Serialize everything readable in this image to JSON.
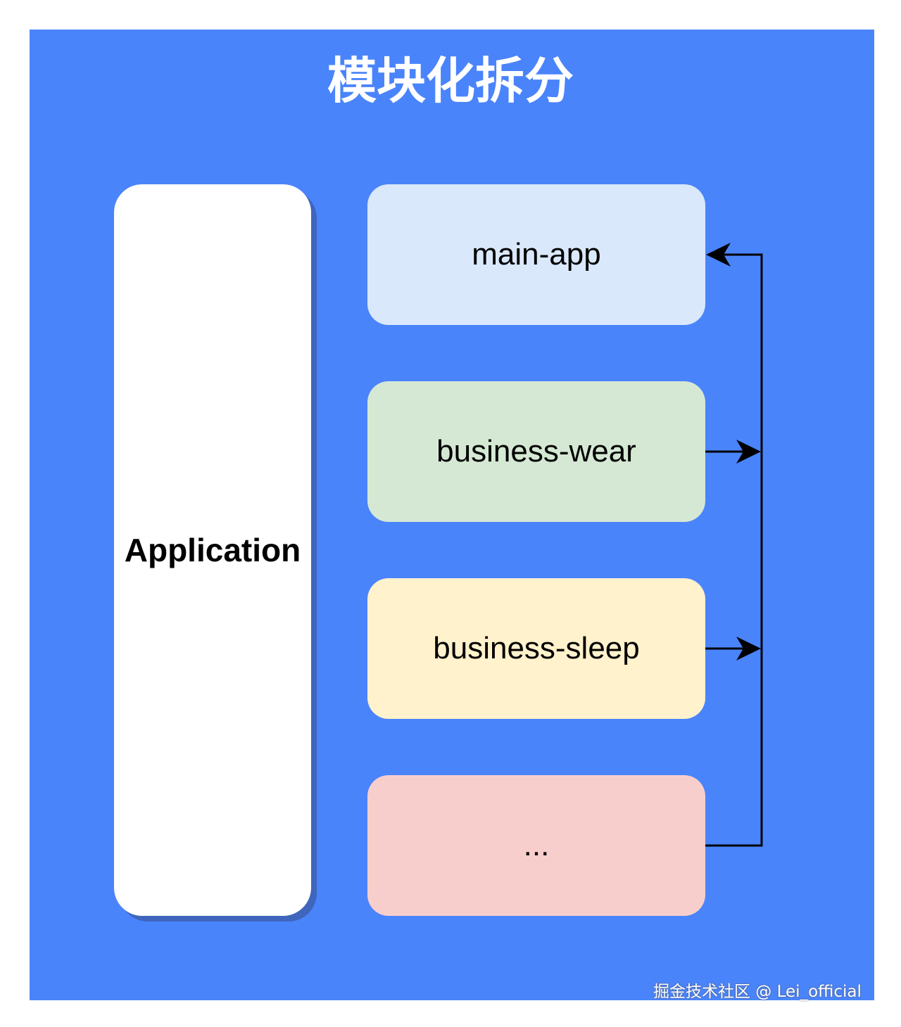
{
  "title": "模块化拆分",
  "application": {
    "label": "Application"
  },
  "modules": [
    {
      "label": "main-app",
      "color": "#dae8fc"
    },
    {
      "label": "business-wear",
      "color": "#d5e8d4"
    },
    {
      "label": "business-sleep",
      "color": "#fff2cc"
    },
    {
      "label": "...",
      "color": "#f8cecc"
    }
  ],
  "colors": {
    "background": "#4a84fb",
    "application": "#ffffff",
    "connector": "#000000"
  },
  "watermark": "掘金技术社区 @ Lei_official"
}
